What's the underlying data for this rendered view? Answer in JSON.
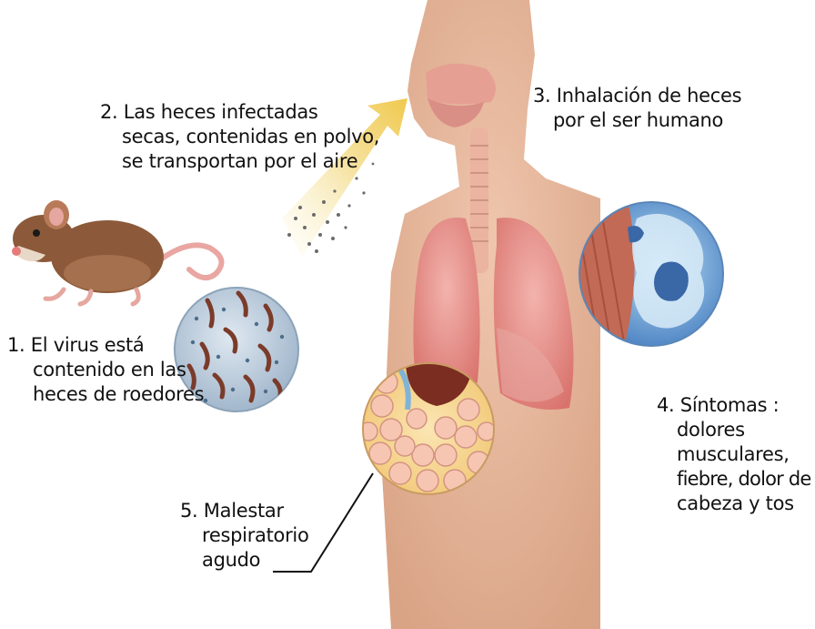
{
  "diagram": {
    "steps": [
      {
        "id": 1,
        "lines": [
          "1. El virus está",
          "contenido en las",
          "heces de roedores"
        ]
      },
      {
        "id": 2,
        "lines": [
          "2. Las heces infectadas",
          "secas, contenidas en polvo,",
          "se transportan por el aire"
        ]
      },
      {
        "id": 3,
        "lines": [
          "3. Inhalación de heces",
          "por el ser humano"
        ]
      },
      {
        "id": 4,
        "lines": [
          "4. Síntomas :",
          "dolores",
          "musculares,",
          "fiebre, dolor de",
          "cabeza y tos"
        ]
      },
      {
        "id": 5,
        "lines": [
          "5. Malestar",
          "respiratorio",
          "agudo"
        ]
      }
    ],
    "colors": {
      "body": "#e6b49a",
      "lung": "#e88f8a",
      "rodent": "#8a5a3c",
      "virus_circle": "#a9bdd0",
      "muscle_circle": "#4a7fc0",
      "alveoli_circle": "#f4d38a",
      "dust_arrow": "#f1d67a"
    },
    "icons": [
      "rodent-icon",
      "virus-circle-icon",
      "human-torso-icon",
      "lungs-icon",
      "dust-arrow-icon",
      "muscle-cell-circle-icon",
      "alveoli-circle-icon"
    ]
  }
}
